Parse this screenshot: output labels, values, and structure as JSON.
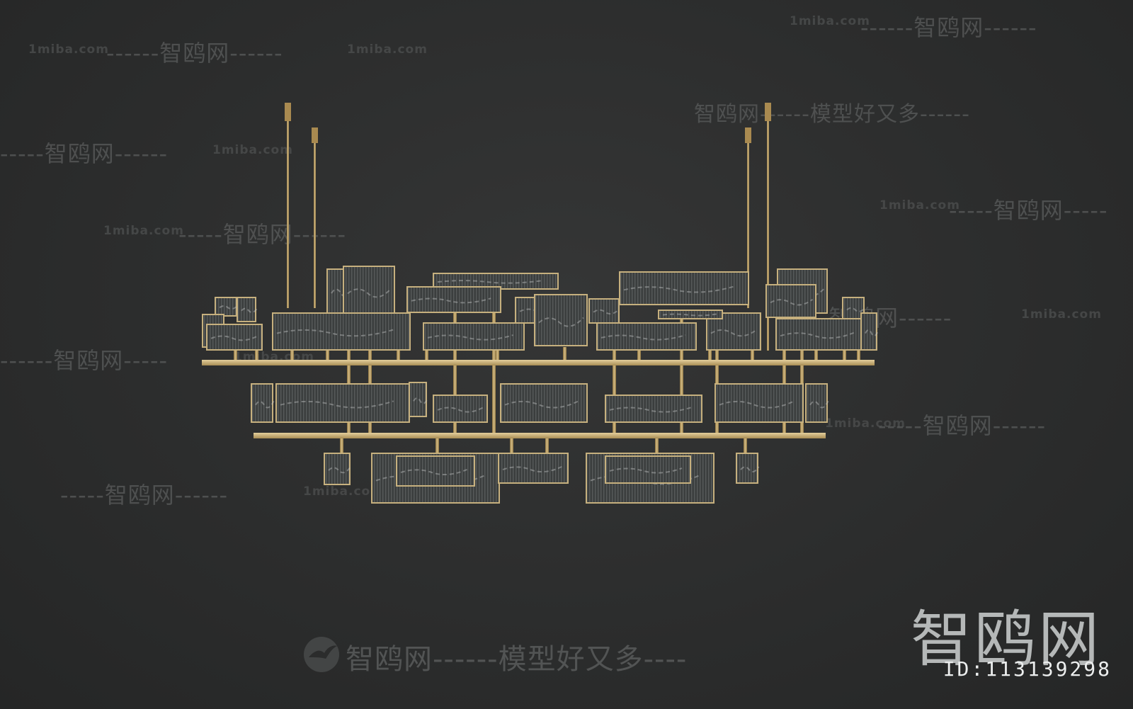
{
  "watermarks": {
    "site": "1miba.com",
    "brand": "智鸥网",
    "slogan": "模型好又多",
    "dashes_long": "------",
    "dashes_short": "-----",
    "line_slogan": "智鸥网------模型好又多------",
    "line_bottom": "智鸥网------模型好又多----"
  },
  "brand": {
    "logo": "智鸥网",
    "id_text": "ID:113139298"
  },
  "colors": {
    "background": "#2b2c2c",
    "brass": "#c8b07a",
    "glass": "#3a3d3d",
    "watermark": "#5a5c5c"
  }
}
